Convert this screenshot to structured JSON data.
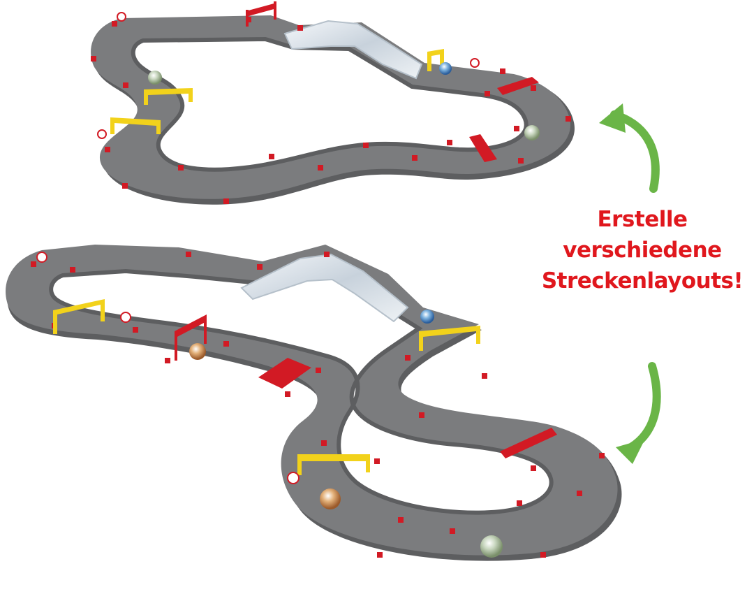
{
  "caption": {
    "line1": "Erstelle",
    "line2": "verschiedene",
    "line3": "Streckenlayouts!"
  },
  "colors": {
    "track": "#7b7c7e",
    "track_dark": "#5d5e60",
    "track_light": "#9a9b9d",
    "rail_clip": "#d21a24",
    "gate": "#f2d21b",
    "arrow": "#6ab547",
    "caption": "#e0171d"
  },
  "icons": {
    "arrow_top": "curved-arrow-up-icon",
    "arrow_bottom": "curved-arrow-down-icon"
  }
}
